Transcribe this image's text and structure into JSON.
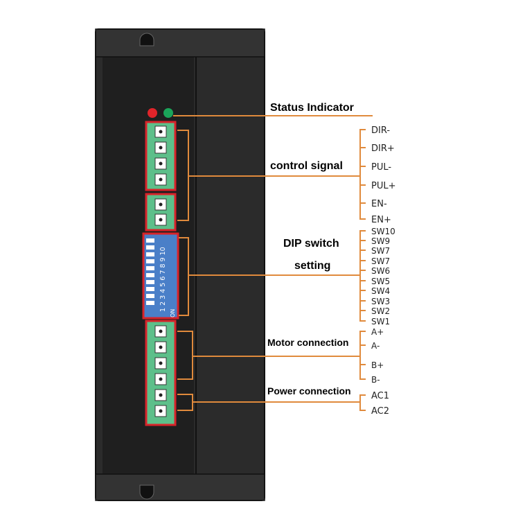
{
  "labels": {
    "status": "Status Indicator",
    "control": "control signal",
    "dip_line1": "DIP switch",
    "dip_line2": "setting",
    "motor": "Motor connection",
    "power": "Power connection"
  },
  "control_pins": [
    "DIR-",
    "DIR+",
    "PUL-",
    "PUL+",
    "EN-",
    "EN+"
  ],
  "dip_pins": [
    "SW10",
    "SW9",
    "SW7",
    "SW7",
    "SW6",
    "SW5",
    "SW4",
    "SW3",
    "SW2",
    "SW1"
  ],
  "motor_pins": [
    "A+",
    "A-",
    "B+",
    "B-"
  ],
  "power_pins": [
    "AC1",
    "AC2"
  ],
  "dip_switch_print": {
    "numbers": "1 2 3 4 5 6 7 8 9 10",
    "on": "ON"
  },
  "colors": {
    "housing": "#2b2b2b",
    "terminal_green": "#5dbf8a",
    "terminal_border": "#d8232a",
    "dip_blue": "#4a7fc8",
    "leader_line": "#e08a3c",
    "led_red": "#e0242a",
    "led_green": "#1aa55a"
  }
}
